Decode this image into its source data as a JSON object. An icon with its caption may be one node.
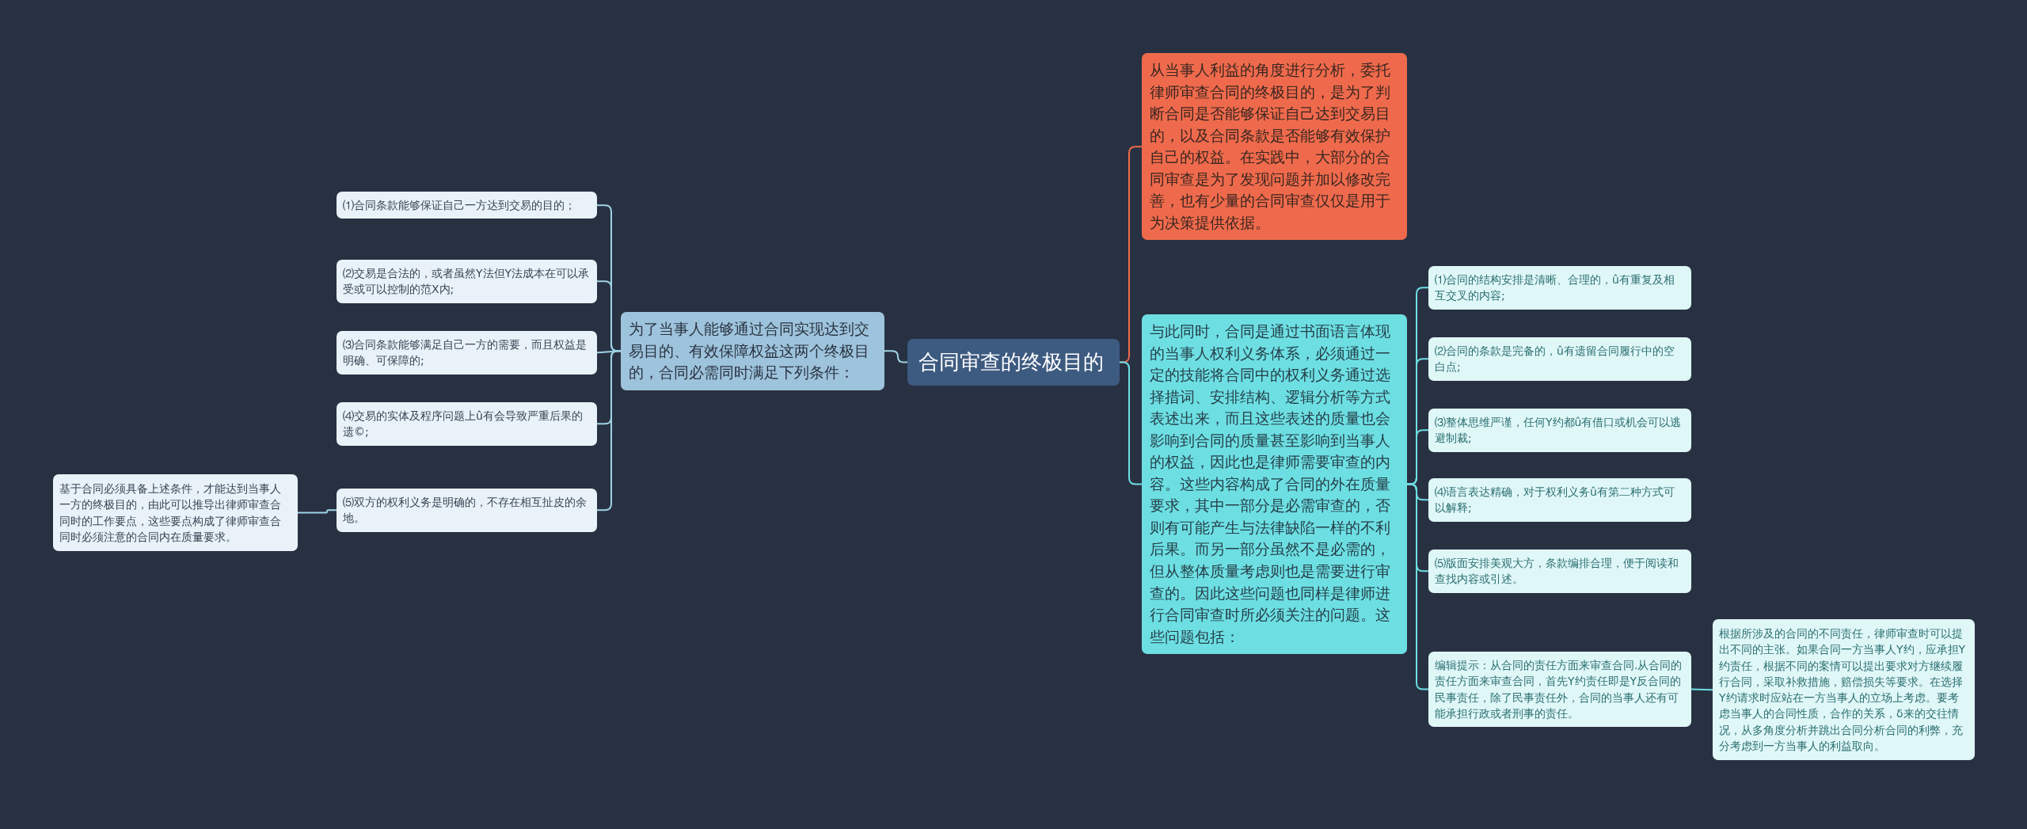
{
  "diagram": {
    "nodes": [
      {
        "text": [
          "合同审查的终极目的"
        ]
      },
      {
        "text": [
          "为了当事人能够通过合同实现达到交易目的、有效保障权益这两个终极目的，合同必需同时满足下列条件："
        ]
      },
      {
        "text": [
          "⑴合同条款能够保证自己一方达到交易的目的；"
        ]
      },
      {
        "text": [
          "⑵交易是合法的，或者虽然Y法但Y法成本在可以承受或可以控制的范X内;"
        ]
      },
      {
        "text": [
          "⑶合同条款能够满足自己一方的需要，而且权益是明确、可保障的;"
        ]
      },
      {
        "text": [
          "⑷交易的实体及程序问题上û有会导致严重后果的遗©;"
        ]
      },
      {
        "text": [
          "⑸双方的权利义务是明确的，不存在相互扯皮的余地。"
        ]
      },
      {
        "text": [
          "基于合同必须具备上述条件，才能达到当事人一方的终极目的，由此可以推导出律师审查合同时的工作要点，这些要点构成了律师审查合同时必须注意的合同内在质量要求。"
        ]
      },
      {
        "text": [
          "从当事人利益的角度进行分析，委托律师审查合同的终极目的，是为了判断合同是否能够保证自己达到交易目的，以及合同条款是否能够有效保护自己的权益。在实践中，大部分的合同审查是为了发现问题并加以修改完善，也有少量的合同审查仅仅是用于为决策提供依据。"
        ]
      },
      {
        "text": [
          "与此同时，合同是通过书面语言体现的当事人权利义务体系，必须通过一定的技能将合同中的权利义务通过选择措词、安排结构、逻辑分析等方式表述出来，而且这些表述的质量也会影响到合同的质量甚至影响到当事人的权益，因此也是律师需要审查的内容。这些内容构成了合同的外在质量要求，其中一部分是必需审查的，否则有可能产生与法律缺陷一样的不利后果。而另一部分虽然不是必需的，但从整体质量考虑则也是需要进行审查的。因此这些问题也同样是律师进行合同审查时所必须关注的问题。这些问题包括："
        ]
      },
      {
        "text": [
          "⑴合同的结构安排是清晰、合理的，û有重复及相互交叉的内容;"
        ]
      },
      {
        "text": [
          "⑵合同的条款是完备的，û有遗留合同履行中的空白点;"
        ]
      },
      {
        "text": [
          "⑶整体思维严谨，任何Y约都û有借口或机会可以逃避制裁;"
        ]
      },
      {
        "text": [
          "⑷语言表达精确，对于权利义务û有第二种方式可以解释;"
        ]
      },
      {
        "text": [
          "⑸版面安排美观大方，条款编排合理，便于阅读和查找内容或引述。"
        ]
      },
      {
        "text": [
          "编辑提示：从合同的责任方面来审查合同.从合同的责任方面来审查合同，首先Y约责任即是Y反合同的民事责任，除了民事责任外，合同的当事人还有可能承担行政或者刑事的责任。"
        ]
      },
      {
        "text": [
          "根据所涉及的合同的不同责任，律师审查时可以提出不同的主张。如果合同一方当事人Y约，应承担Y约责任，根据不同的案情可以提出要求对方继续履行合同，采取补救措施，赔偿损失等要求。在选择Y约请求时应站在一方当事人的立场上考虑。要考虑当事人的合同性质，合作的关系，δ来的交往情况，从多角度分析并跳出合同分析合同的利弊，充分考虑到一方当事人的利益取向。"
        ]
      }
    ],
    "edges": [
      {
        "from": 0,
        "to": 1,
        "arrow": "none",
        "color": "#9ed3e4"
      },
      {
        "from": 1,
        "to": 2,
        "arrow": "none",
        "color": "#9ed3e4"
      },
      {
        "from": 1,
        "to": 3,
        "arrow": "none",
        "color": "#9ed3e4"
      },
      {
        "from": 1,
        "to": 4,
        "arrow": "none",
        "color": "#9ed3e4"
      },
      {
        "from": 1,
        "to": 5,
        "arrow": "none",
        "color": "#9ed3e4"
      },
      {
        "from": 1,
        "to": 6,
        "arrow": "none",
        "color": "#9ed3e4"
      },
      {
        "from": 6,
        "to": 7,
        "arrow": "none",
        "color": "#9ed3e4"
      },
      {
        "from": 0,
        "to": 8,
        "arrow": "none",
        "color": "#ef6a4c"
      },
      {
        "from": 0,
        "to": 9,
        "arrow": "none",
        "color": "#6ddfe3"
      },
      {
        "from": 9,
        "to": 10,
        "arrow": "none",
        "color": "#6ddfe3"
      },
      {
        "from": 9,
        "to": 11,
        "arrow": "none",
        "color": "#6ddfe3"
      },
      {
        "from": 9,
        "to": 12,
        "arrow": "none",
        "color": "#6ddfe3"
      },
      {
        "from": 9,
        "to": 13,
        "arrow": "none",
        "color": "#6ddfe3"
      },
      {
        "from": 9,
        "to": 14,
        "arrow": "none",
        "color": "#6ddfe3"
      },
      {
        "from": 9,
        "to": 15,
        "arrow": "none",
        "color": "#6ddfe3"
      },
      {
        "from": 15,
        "to": 16,
        "arrow": "none",
        "color": "#6ddfe3"
      }
    ]
  }
}
